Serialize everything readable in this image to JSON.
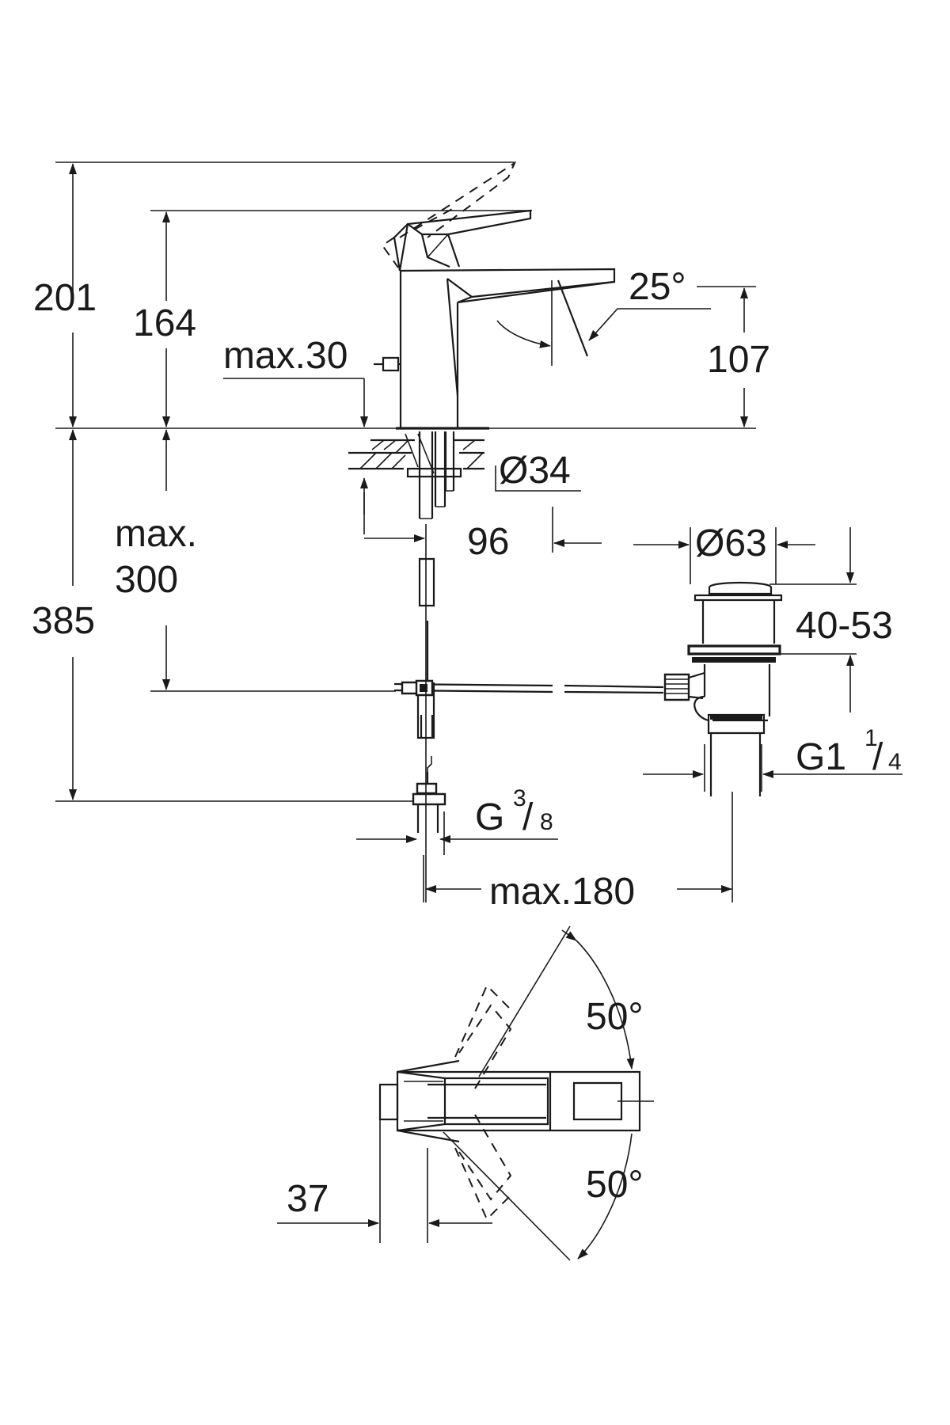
{
  "dimensions": {
    "h_total": "201",
    "h_outlet": "164",
    "max_30": "max.30",
    "spout_angle": "25°",
    "spout_height": "107",
    "tap_hole_diam": "Ø34",
    "max_label": "max.",
    "max_300": "300",
    "h_385": "385",
    "d_96": "96",
    "waste_diam": "Ø63",
    "waste_range": "40-53",
    "waste_thread_main": "G1",
    "waste_thread_num": "1",
    "waste_thread_den": "4",
    "supply_thread_main": "G",
    "supply_thread_num": "3",
    "supply_thread_den": "8",
    "max_180": "max.180",
    "swing_top": "50°",
    "swing_bottom": "50°",
    "d_37": "37"
  },
  "colors": {
    "line": "#1a1a1a",
    "background": "#ffffff"
  }
}
